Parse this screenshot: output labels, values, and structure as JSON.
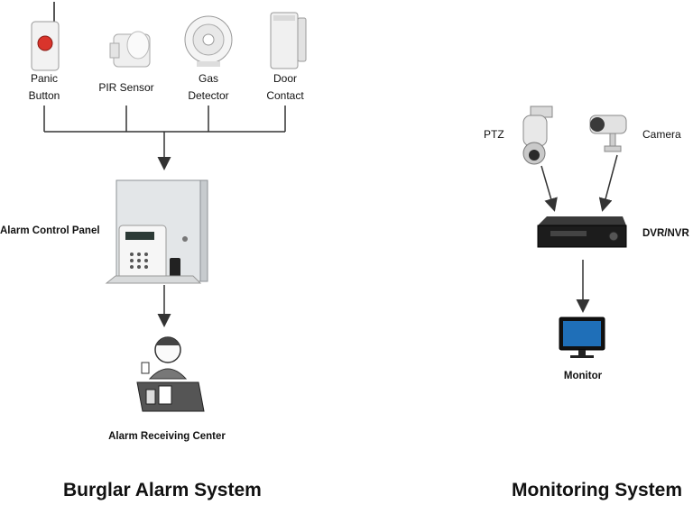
{
  "burglar": {
    "title": "Burglar Alarm System",
    "devices": [
      {
        "label": "Panic\nButton"
      },
      {
        "label": "PIR Sensor"
      },
      {
        "label": "Gas\nDetector"
      },
      {
        "label": "Door\nContact"
      }
    ],
    "control_panel": "Alarm Control Panel",
    "receiving_center": "Alarm Receiving Center"
  },
  "monitoring": {
    "title": "Monitoring System",
    "ptz": "PTZ",
    "camera": "Camera",
    "recorder": "DVR/NVR",
    "monitor": "Monitor"
  },
  "colors": {
    "line": "#333333",
    "device_white": "#f2f2f2",
    "panic_red": "#d9342b",
    "dvr_black": "#1c1c1c",
    "screen_blue": "#1f6fb8"
  }
}
